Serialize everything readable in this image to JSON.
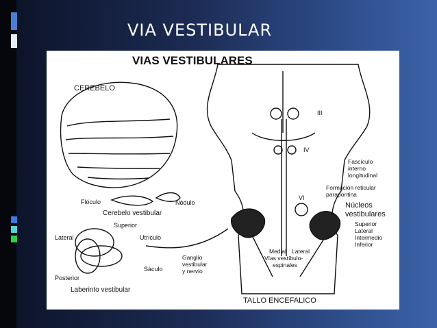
{
  "slide": {
    "title": "VIA VESTIBULAR"
  },
  "figure": {
    "heading": "VIAS VESTIBULARES",
    "labels": {
      "cerebelo": "CEREBELO",
      "iii": "III",
      "iv": "IV",
      "vi": "VI",
      "fasciculo_1": "Fascículo",
      "fasciculo_2": "interno",
      "fasciculo_3": "longitudinal",
      "formacion_1": "Formación reticular",
      "formacion_2": "parapontina",
      "floculo": "Flóculo",
      "nodulo": "Nódulo",
      "cerebelo_vestibular": "Cerebelo vestibular",
      "nucleos_1": "Núcleos",
      "nucleos_2": "vestibulares",
      "superior_right": "Superior",
      "lateral_right": "Lateral",
      "intermedio": "Intermedio",
      "inferior": "Inferior",
      "superior_left": "Superior",
      "lateral_left": "Lateral",
      "utriculo": "Utrículo",
      "ganglio_1": "Ganglio",
      "ganglio_2": "vestibular",
      "ganglio_3": "y nervio",
      "saculo": "Sáculo",
      "posterior": "Posterior",
      "laberinto": "Laberinto vestibular",
      "medial": "Medial",
      "lateral_mid": "Lateral",
      "vias_1": "Vías vestíbulo-",
      "vias_2": "espinales",
      "tallo": "TALLO ENCEFALICO"
    }
  }
}
